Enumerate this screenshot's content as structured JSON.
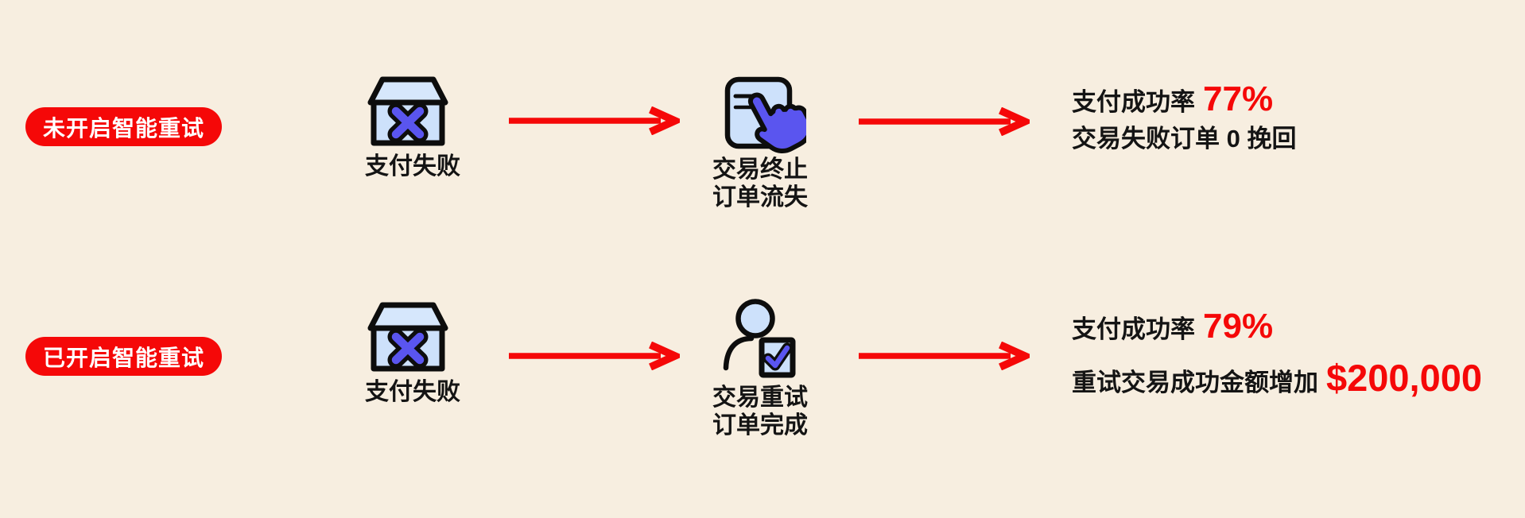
{
  "page": {
    "background_color": "#f7eee0",
    "description_colors": {
      "accent_red": "#f50808",
      "icon_fill_blue": "#cde1fb",
      "icon_purple": "#5a55ef",
      "icon_stroke": "#0d0d0d",
      "text_black": "#141414",
      "badge_text": "#ffffff"
    }
  },
  "rows": [
    {
      "badge_label": "未开启智能重试",
      "step1": {
        "icon": "failed-payment-box-icon",
        "label": "支付失败"
      },
      "step2": {
        "icon": "transaction-terminated-hand-icon",
        "label_line1": "交易终止",
        "label_line2": "订单流失"
      },
      "result": {
        "line1_label": "支付成功率",
        "line1_value": "77%",
        "line2_label": "交易失败订单 0 挽回",
        "line2_value": ""
      }
    },
    {
      "badge_label": "已开启智能重试",
      "step1": {
        "icon": "failed-payment-box-icon",
        "label": "支付失败"
      },
      "step2": {
        "icon": "retry-completed-person-icon",
        "label_line1": "交易重试",
        "label_line2": "订单完成"
      },
      "result": {
        "line1_label": "支付成功率",
        "line1_value": "79%",
        "line2_label": "重试交易成功金额增加",
        "line2_value": "$200,000"
      }
    }
  ]
}
